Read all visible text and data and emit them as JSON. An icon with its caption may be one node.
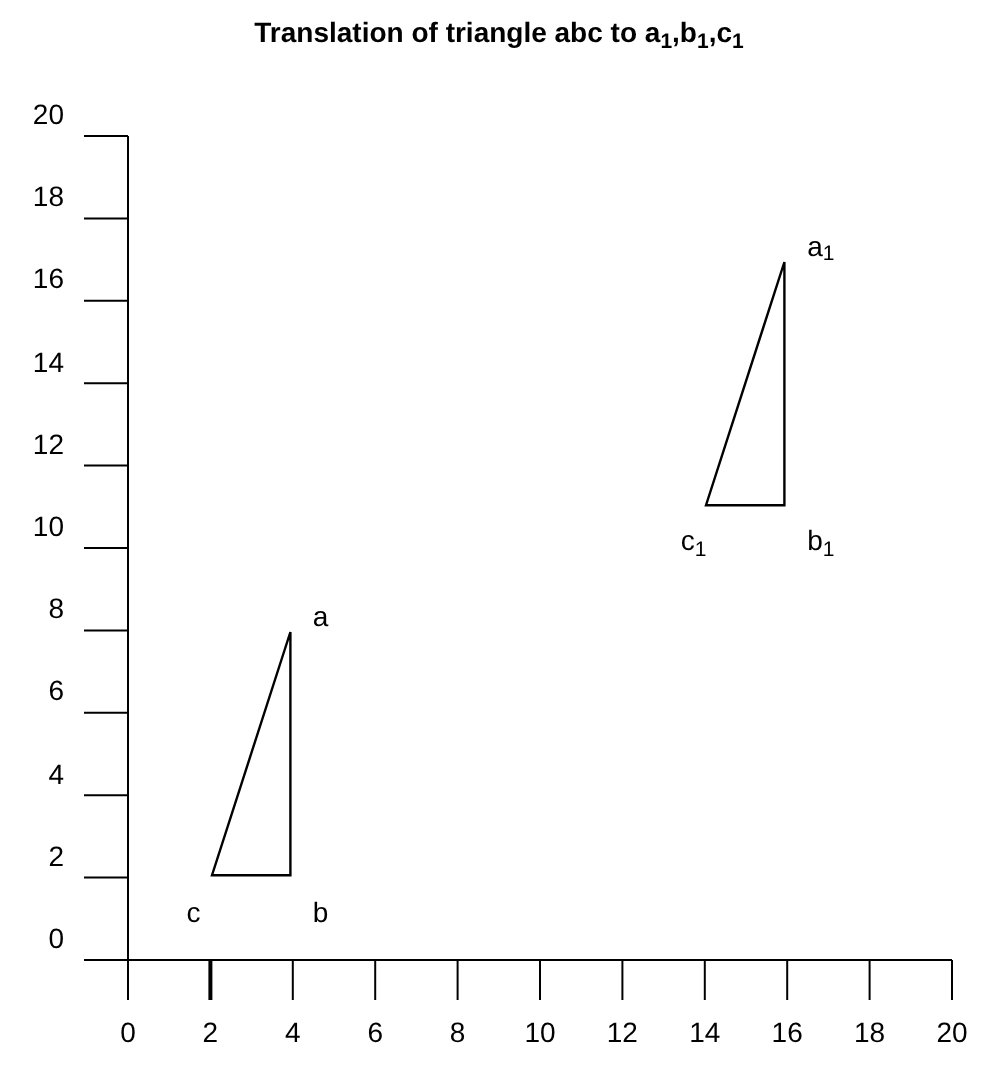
{
  "diagram": {
    "title": "Translation of triangle abc to a$_{1}$,b$_{1}$,c$_{1}$",
    "nodes": [
      {
        "text": [],
        "shape": "triangle"
      },
      {
        "text": [],
        "shape": "triangle"
      }
    ],
    "labels": [
      "20",
      "18",
      "16",
      "14",
      "12",
      "10",
      "8",
      "6",
      "4",
      "2",
      "0",
      "a$_{1}$",
      "c$_{1}$",
      "b$_{1}$",
      "a",
      "c",
      "b",
      "0",
      "2",
      "4",
      "6",
      "8",
      "10",
      "12",
      "14",
      "16",
      "18",
      "20"
    ]
  }
}
